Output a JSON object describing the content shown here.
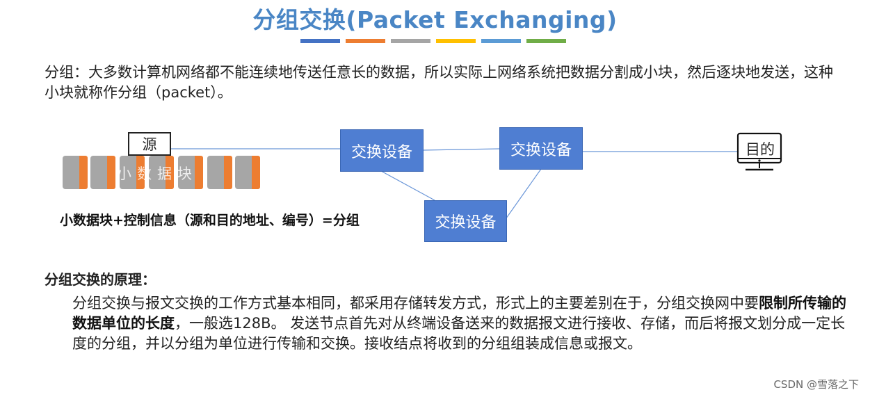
{
  "title": "分组交换(Packet Exchanging)",
  "color_bars": [
    "#4472c4",
    "#ed7d31",
    "#a5a5a5",
    "#ffc000",
    "#5b9bd5",
    "#70ad47"
  ],
  "intro": "分组：大多数计算机网络都不能连续地传送任意长的数据，所以实际上网络系统把数据分割成小块，然后逐块地发送，这种小块就称作分组（packet）。",
  "diagram": {
    "source_label": "源",
    "chunk_label": "小数据块",
    "switch_1": "交换设备",
    "switch_2": "交换设备",
    "switch_3": "交换设备",
    "destination_label": "目的",
    "caption": "小数据块+控制信息（源和目的地址、编号）=分组",
    "colors": {
      "switch": "#4f7ed2",
      "packet_data": "#a6a6a6",
      "packet_header": "#ed7d31",
      "link": "#6a96d8"
    }
  },
  "principle": {
    "heading": "分组交换的原理：",
    "text_before": "分组交换与报文交换的工作方式基本相同，都采用存储转发方式，形式上的主要差别在于，分组交换网中要",
    "text_bold": "限制所传输的数据单位的长度",
    "text_after": "，一般选128B。 发送节点首先对从终端设备送来的数据报文进行接收、存储，而后将报文划分成一定长度的分组，并以分组为单位进行传输和交换。接收结点将收到的分组组装成信息或报文。"
  },
  "watermark": "CSDN @雪落之下"
}
